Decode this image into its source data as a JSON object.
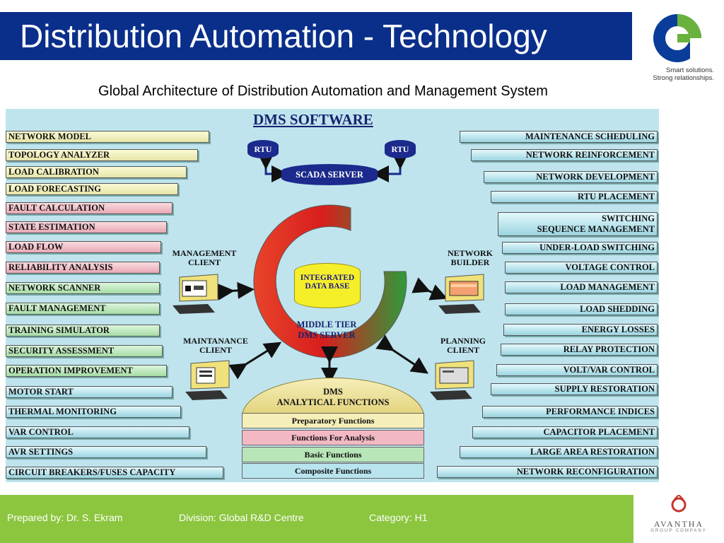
{
  "header": {
    "title": "Distribution Automation - Technology",
    "tagline": [
      "Smart solutions.",
      "Strong relationships."
    ]
  },
  "subtitle": "Global Architecture of Distribution Automation and Management System",
  "diagram": {
    "title": "DMS SOFTWARE",
    "left_functions": [
      {
        "label": "NETWORK MODEL",
        "color": "#e6e4a8"
      },
      {
        "label": "TOPOLOGY ANALYZER",
        "color": "#e6e4a8"
      },
      {
        "label": "LOAD CALIBRATION",
        "color": "#e6e4a8"
      },
      {
        "label": "LOAD FORECASTING",
        "color": "#e6e4a8"
      },
      {
        "label": "FAULT CALCULATION",
        "color": "#e8a8b4"
      },
      {
        "label": "STATE ESTIMATION",
        "color": "#e8a8b4"
      },
      {
        "label": "LOAD FLOW",
        "color": "#e8a8b4"
      },
      {
        "label": "RELIABILITY ANALYSIS",
        "color": "#e8a8b4"
      },
      {
        "label": "NETWORK SCANNER",
        "color": "#a6dca6"
      },
      {
        "label": "FAULT MANAGEMENT",
        "color": "#a6dca6"
      },
      {
        "label": "TRAINING SIMULATOR",
        "color": "#a6dca6"
      },
      {
        "label": "SECURITY ASSESSMENT",
        "color": "#a6dca6"
      },
      {
        "label": "OPERATION IMPROVEMENT",
        "color": "#a6dca6"
      },
      {
        "label": "MOTOR START",
        "color": "#9ad4e0"
      },
      {
        "label": "THERMAL MONITORING",
        "color": "#9ad4e0"
      },
      {
        "label": "VAR CONTROL",
        "color": "#9ad4e0"
      },
      {
        "label": "AVR SETTINGS",
        "color": "#9ad4e0"
      },
      {
        "label": "CIRCUIT BREAKERS/FUSES CAPACITY",
        "color": "#9ad4e0"
      }
    ],
    "right_functions": [
      {
        "label": "MAINTENANCE SCHEDULING"
      },
      {
        "label": "NETWORK REINFORCEMENT"
      },
      {
        "label": "NETWORK DEVELOPMENT"
      },
      {
        "label": "RTU PLACEMENT"
      },
      {
        "label": "SWITCHING",
        "label2": "SEQUENCE MANAGEMENT"
      },
      {
        "label": "UNDER-LOAD SWITCHING"
      },
      {
        "label": "VOLTAGE CONTROL"
      },
      {
        "label": "LOAD MANAGEMENT"
      },
      {
        "label": "LOAD SHEDDING"
      },
      {
        "label": "ENERGY LOSSES"
      },
      {
        "label": "RELAY PROTECTION"
      },
      {
        "label": "VOLT/VAR CONTROL"
      },
      {
        "label": "SUPPLY RESTORATION"
      },
      {
        "label": "PERFORMANCE INDICES"
      },
      {
        "label": "CAPACITOR PLACEMENT"
      },
      {
        "label": "LARGE AREA RESTORATION"
      },
      {
        "label": "NETWORK RECONFIGURATION"
      }
    ],
    "rtu_label": "RTU",
    "scada_label": "SCADA SERVER",
    "database_label": [
      "INTEGRATED",
      "DATA BASE"
    ],
    "middle_tier_label": [
      "MIDDLE TIER",
      "DMS SERVER"
    ],
    "clients": {
      "management": [
        "MANAGEMENT",
        "CLIENT"
      ],
      "network_builder": [
        "NETWORK",
        "BUILDER"
      ],
      "maintenance": [
        "MAINTANANCE",
        "CLIENT"
      ],
      "planning": [
        "PLANNING",
        "CLIENT"
      ]
    },
    "analytical": {
      "title": [
        "DMS",
        "ANALYTICAL FUNCTIONS"
      ],
      "layers": [
        {
          "label": "Preparatory Functions",
          "color": "#f5eeb8"
        },
        {
          "label": "Functions For Analysis",
          "color": "#f2b8c4"
        },
        {
          "label": "Basic Functions",
          "color": "#b8e6b8"
        },
        {
          "label": "Composite Functions",
          "color": "#b8e4ee"
        }
      ]
    }
  },
  "footer": {
    "prepared_by": "Prepared by: Dr. S. Ekram",
    "division": "Division: Global R&D Centre",
    "category": "Category: H1",
    "brand": "AVANTHA",
    "brand_sub": "GROUP COMPANY"
  },
  "colors": {
    "title_bar": "#0a2f8a",
    "footer": "#8cc63f",
    "diagram_bg": "#bfe4ee",
    "server_blue": "#1b2a8c",
    "database_yellow": "#f5ef2a"
  }
}
